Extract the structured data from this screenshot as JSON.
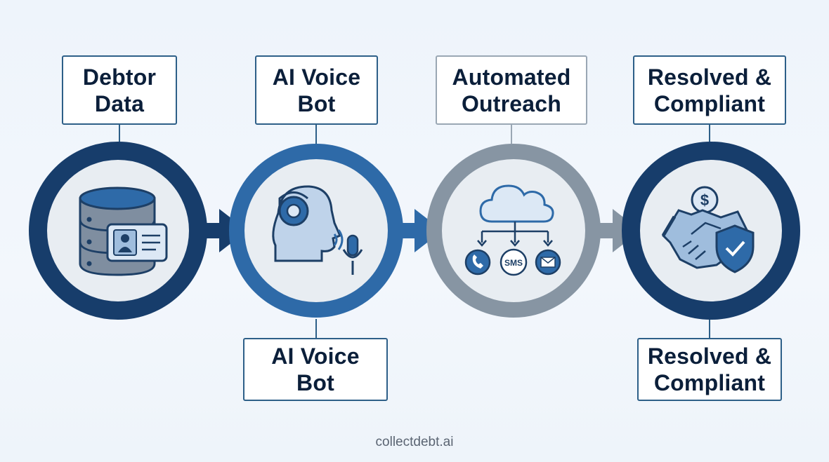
{
  "steps": [
    {
      "label": "Debtor\nData",
      "icon": "database-id-card-icon",
      "ring_color": "#173d6b"
    },
    {
      "label": "AI Voice\nBot",
      "icon": "ai-voice-bot-icon",
      "ring_color": "#2e6aa8"
    },
    {
      "label": "Automated\nOutreach",
      "icon": "cloud-outreach-icon",
      "ring_color": "#8795a3"
    },
    {
      "label": "Resolved &\nCompliant",
      "icon": "handshake-shield-icon",
      "ring_color": "#173d6b"
    }
  ],
  "bottom_labels": [
    {
      "label": "AI Voice\nBot"
    },
    {
      "label": "Resolved &\nCompliant"
    }
  ],
  "sms_text": "SMS",
  "dollar_text": "$",
  "footer": "collectdebt.ai"
}
